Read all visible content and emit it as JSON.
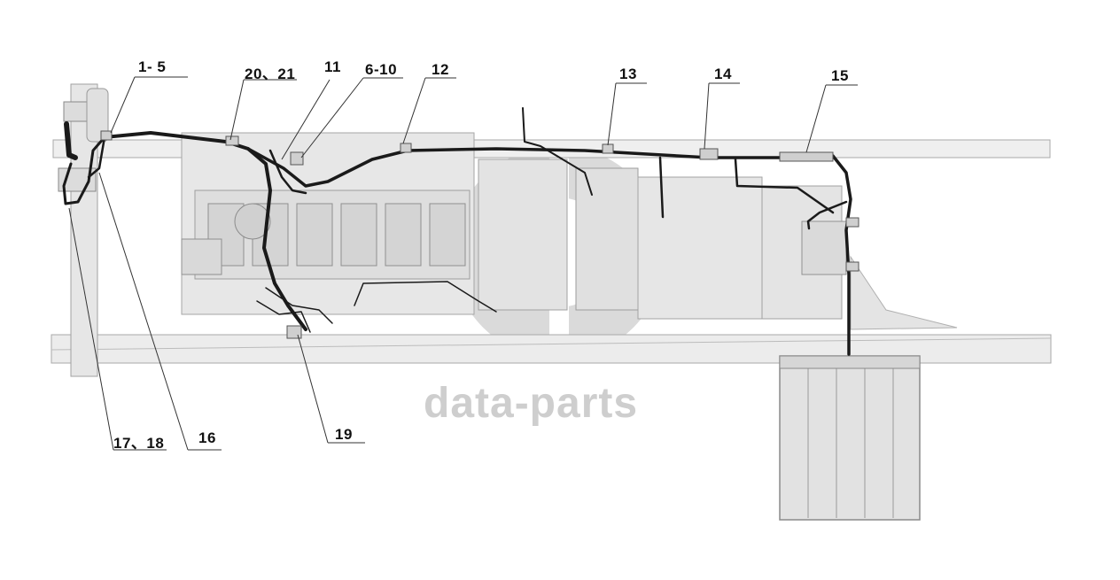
{
  "callouts": {
    "c_1_5": "1- 5",
    "c_20_21": "20、21",
    "c_11": "11",
    "c_6_10": "6-10",
    "c_12": "12",
    "c_13": "13",
    "c_14": "14",
    "c_15": "15",
    "c_16": "16",
    "c_17_18": "17、18",
    "c_19": "19"
  },
  "watermark": {
    "text": "data-parts",
    "color": "#c6c6c6"
  },
  "colors": {
    "harness": "#1a1a1a",
    "chassis_fill": "#e9e9e9",
    "chassis_line": "#9a9a9a",
    "battery_fill": "#e2e2e2"
  }
}
